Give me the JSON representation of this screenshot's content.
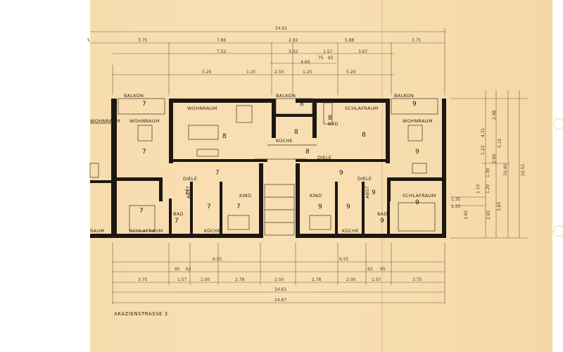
{
  "caption": "AKAZIENSTRASSE 3",
  "rooms": {
    "balkon_l": "BALKON",
    "balkon_c": "BALKON",
    "balkon_r": "BALKON",
    "wohnraum_far_l": "WOHNRAUM",
    "wohnraum_l": "WOHNRAUM",
    "wohnraum_c": "WOHNRAUM",
    "wohnraum_r": "WOHNRAUM",
    "schlafraum_c": "SCHLAFRAUM",
    "schlafraum_l": "SCHLAFRAUM",
    "schlafraum_r": "SCHLAFRAUM",
    "raum_far_l": "RAUM",
    "diele_l": "DIELE",
    "diele_c": "DIELE",
    "diele_r": "DIELE",
    "kuche_c": "KÜCHE",
    "kuche_l": "KÜCHE",
    "kuche_r": "KÜCHE",
    "bad_c": "BAD",
    "bad_l": "BAD",
    "bad_r": "BAD",
    "kind_l": "KIND",
    "kind_r": "KIND",
    "abst_l": "ABST",
    "abst_r": "ABST"
  },
  "unit_numbers": {
    "balkon_l": "7",
    "wohnraum_l": "7",
    "wohnraum_c": "8",
    "balkon_c": "8",
    "kuche_c": "8",
    "bad_c": "8",
    "schlafraum_c": "8",
    "diele_c": "8",
    "balkon_r": "9",
    "wohnraum_r": "9",
    "diele_l": "7",
    "diele_r": "9",
    "schlafraum_l": "7",
    "abst_l": "7",
    "bad_l": "7",
    "kuche_l": "7",
    "kind_l": "7",
    "kind_r": "9",
    "kuche_r": "9",
    "abst_r": "9",
    "bad_r": "9",
    "schlafraum_r": "9"
  },
  "dimensions": {
    "top_total": "24.61",
    "top_a": "7.86",
    "top_b": "2.82",
    "top_c": "5.88",
    "top_d": "3.75",
    "top_e": "3.75",
    "top_f": "5",
    "row2_a": "7.52",
    "row2_b": "3.02",
    "row2_c": "1.57",
    "row2_d": "3.67",
    "row3_a": "4.69",
    "row3_b": "75",
    "row3_c": "82",
    "row4_a": "5.20",
    "row4_b": "1.25",
    "row4_c": "2.50",
    "row4_d": "1.25",
    "row4_e": "5.20",
    "bot_a": "6.55",
    "bot_b": "6.55",
    "bot2_a": "95",
    "bot2_b": "62",
    "bot2_c": "62",
    "bot2_d": "95",
    "bot3_a": "3.75",
    "bot3_b": "1.57",
    "bot3_c": "2.00",
    "bot3_d": "2.78",
    "bot3_e": "2.50",
    "bot3_f": "2.78",
    "bot3_g": "2.00",
    "bot3_h": "1.57",
    "bot3_i": "3.75",
    "bot_total_a": "24.61",
    "bot_total_b": "24.67",
    "right_a": "4.31",
    "right_b": "1.23",
    "right_c": "5.10",
    "right_d": "10.40",
    "right_e": "10.52",
    "right_f": "2.65",
    "right_g": "3.85",
    "right_h": "3.85",
    "right_i": "1.35",
    "right_j": "1.35",
    "right_k": "2.48",
    "right_l": "2.00",
    "right_m": "1.30",
    "right_n": "1.10",
    "right_o": "1.20"
  }
}
